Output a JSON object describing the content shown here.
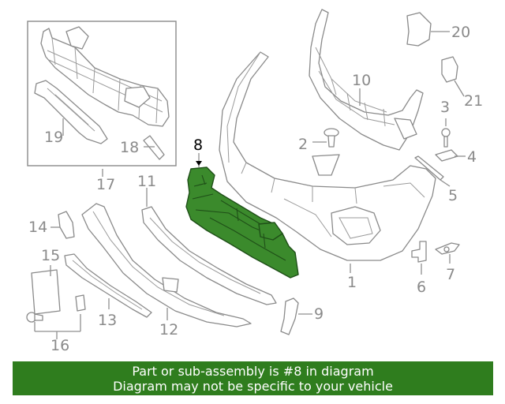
{
  "diagram": {
    "highlighted_part": "8",
    "callouts": {
      "c1": "1",
      "c2": "2",
      "c3": "3",
      "c4": "4",
      "c5": "5",
      "c6": "6",
      "c7": "7",
      "c8": "8",
      "c9": "9",
      "c10": "10",
      "c11": "11",
      "c12": "12",
      "c13": "13",
      "c14": "14",
      "c15": "15",
      "c16": "16",
      "c17": "17",
      "c18": "18",
      "c19": "19",
      "c20": "20",
      "c21": "21"
    },
    "highlight_color": "#3b8a2c"
  },
  "banner": {
    "line1": "Part or sub-assembly is #8 in diagram",
    "line2": "Diagram may not be specific to your vehicle",
    "background": "#2f7d1e"
  }
}
